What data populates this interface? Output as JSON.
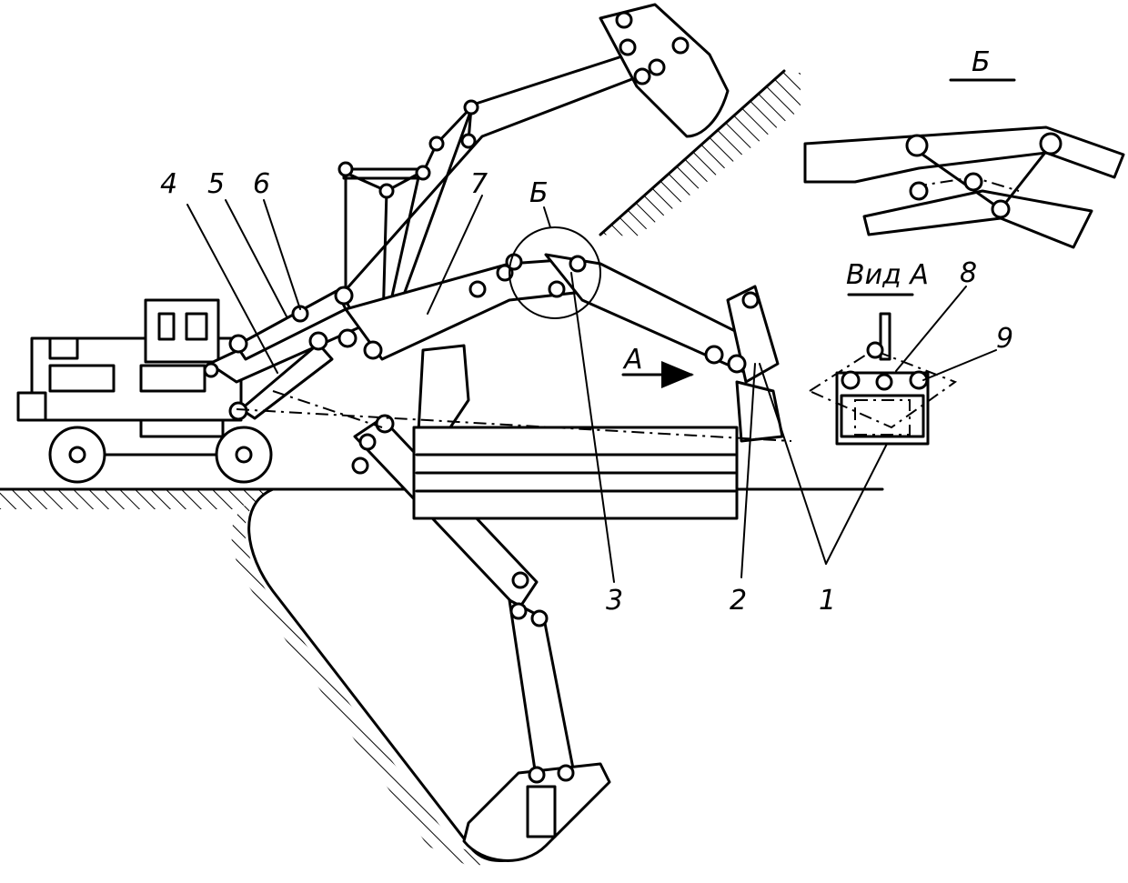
{
  "labels": {
    "n1": "1",
    "n2": "2",
    "n3": "3",
    "n4": "4",
    "n5": "5",
    "n6": "6",
    "n7": "7",
    "n8": "8",
    "n9": "9",
    "b_callout": "Б",
    "b_detail_title": "Б",
    "view_a_title": "Вид А",
    "arrow_a": "А"
  },
  "colors": {
    "ink": "#000000",
    "paper": "#ffffff"
  }
}
